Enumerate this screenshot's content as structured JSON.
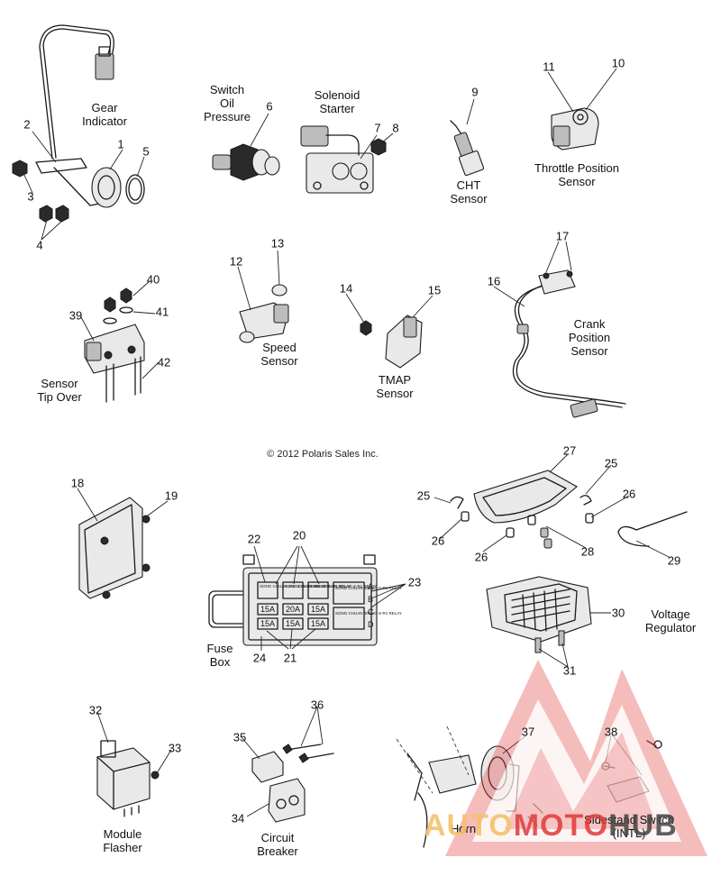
{
  "copyright": "© 2012 Polaris Sales Inc.",
  "captions": {
    "gear_indicator": "Gear\nIndicator",
    "switch_oil_pressure": "Switch\nOil\nPressure",
    "solenoid_starter": "Solenoid\nStarter",
    "cht_sensor": "CHT\nSensor",
    "throttle_position_sensor": "Throttle Position\nSensor",
    "speed_sensor": "Speed\nSensor",
    "tmap_sensor": "TMAP\nSensor",
    "crank_position_sensor": "Crank\nPosition\nSensor",
    "sensor_tip_over": "Sensor\nTip Over",
    "fuse_box": "Fuse\nBox",
    "voltage_regulator": "Voltage\nRegulator",
    "module_flasher": "Module\nFlasher",
    "circuit_breaker": "Circuit\nBreaker",
    "horn": "Horn",
    "sidestand_switch": "Sidestand Switch\n(INTL)"
  },
  "callouts": [
    "1",
    "2",
    "3",
    "4",
    "5",
    "6",
    "7",
    "8",
    "9",
    "10",
    "11",
    "12",
    "13",
    "14",
    "15",
    "16",
    "17",
    "18",
    "19",
    "20",
    "21",
    "22",
    "23",
    "24",
    "25",
    "25",
    "26",
    "26",
    "26",
    "27",
    "28",
    "29",
    "30",
    "31",
    "32",
    "33",
    "34",
    "35",
    "36",
    "37",
    "38",
    "39",
    "40",
    "41",
    "42"
  ],
  "fuse_box": {
    "relay_label": "SONG CHUAN\n301-1C-S-R1\nRELAY",
    "fuse_ratings": [
      "15A",
      "20A",
      "15A",
      "15A",
      "15A",
      "15A"
    ],
    "row_letters": [
      "A",
      "B",
      "C",
      "D"
    ]
  },
  "watermark": {
    "part_a": "AUTO",
    "part_b": "MOTO",
    "part_c": "HUB",
    "color_red": "#e03a3a",
    "color_gold": "#f4c26b"
  }
}
